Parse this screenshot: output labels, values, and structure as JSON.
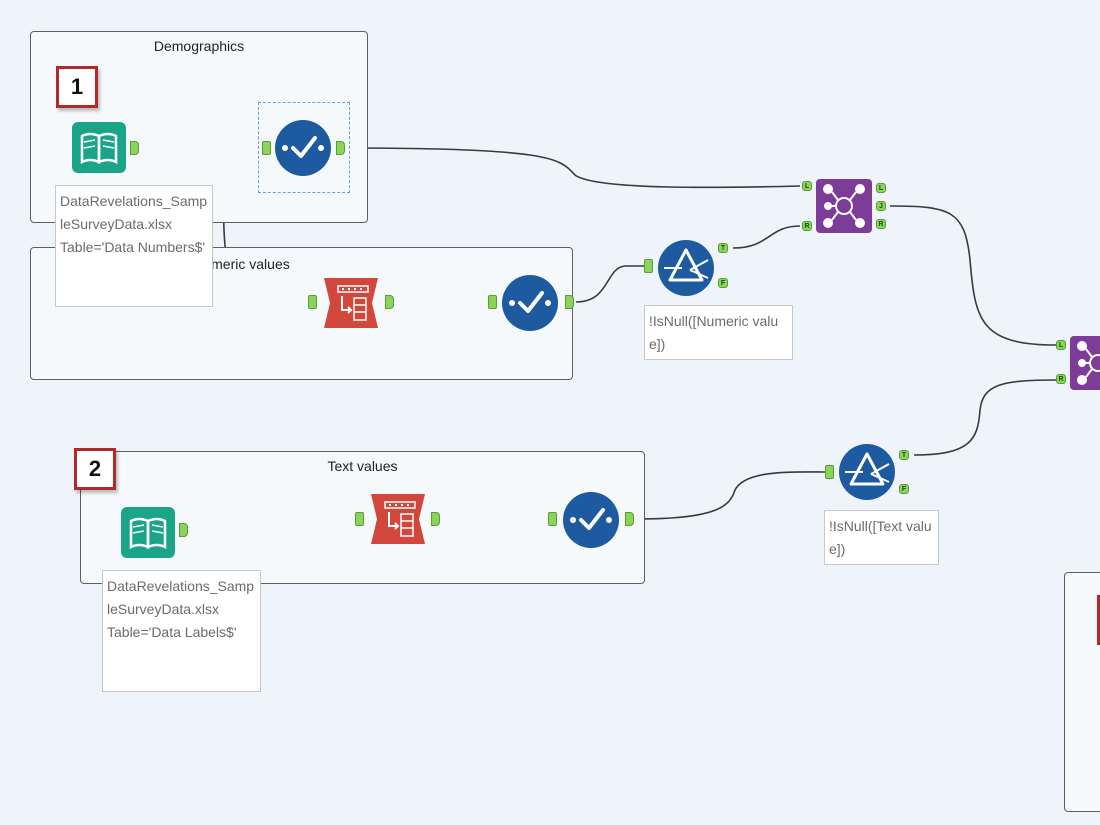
{
  "containers": {
    "demographics": "Demographics",
    "numeric": "Numeric values",
    "text": "Text values"
  },
  "badges": {
    "one": "1",
    "two": "2"
  },
  "annotations": {
    "input1": "DataRevelations_SampleSurveyData.xlsx\nTable='Data Numbers$'",
    "input2": "DataRevelations_SampleSurveyData.xlsx\nTable='Data Labels$'",
    "filter1": "!IsNull([Numeric value])",
    "filter2": "!IsNull([Text value])"
  },
  "anchors": {
    "true": "T",
    "false": "F",
    "left": "L",
    "right": "R",
    "join": "J"
  },
  "icons": {
    "input": "book-icon",
    "select": "checkmark-icon",
    "transpose": "transpose-icon",
    "filter": "filter-icon",
    "join": "join-icon"
  },
  "colors": {
    "canvas": "#eef4fa",
    "input": "#1aa589",
    "select": "#1e5aa0",
    "transpose": "#d2473b",
    "join": "#7d3c98",
    "anchor": "#8bd45a",
    "badge": "#b5282a"
  }
}
